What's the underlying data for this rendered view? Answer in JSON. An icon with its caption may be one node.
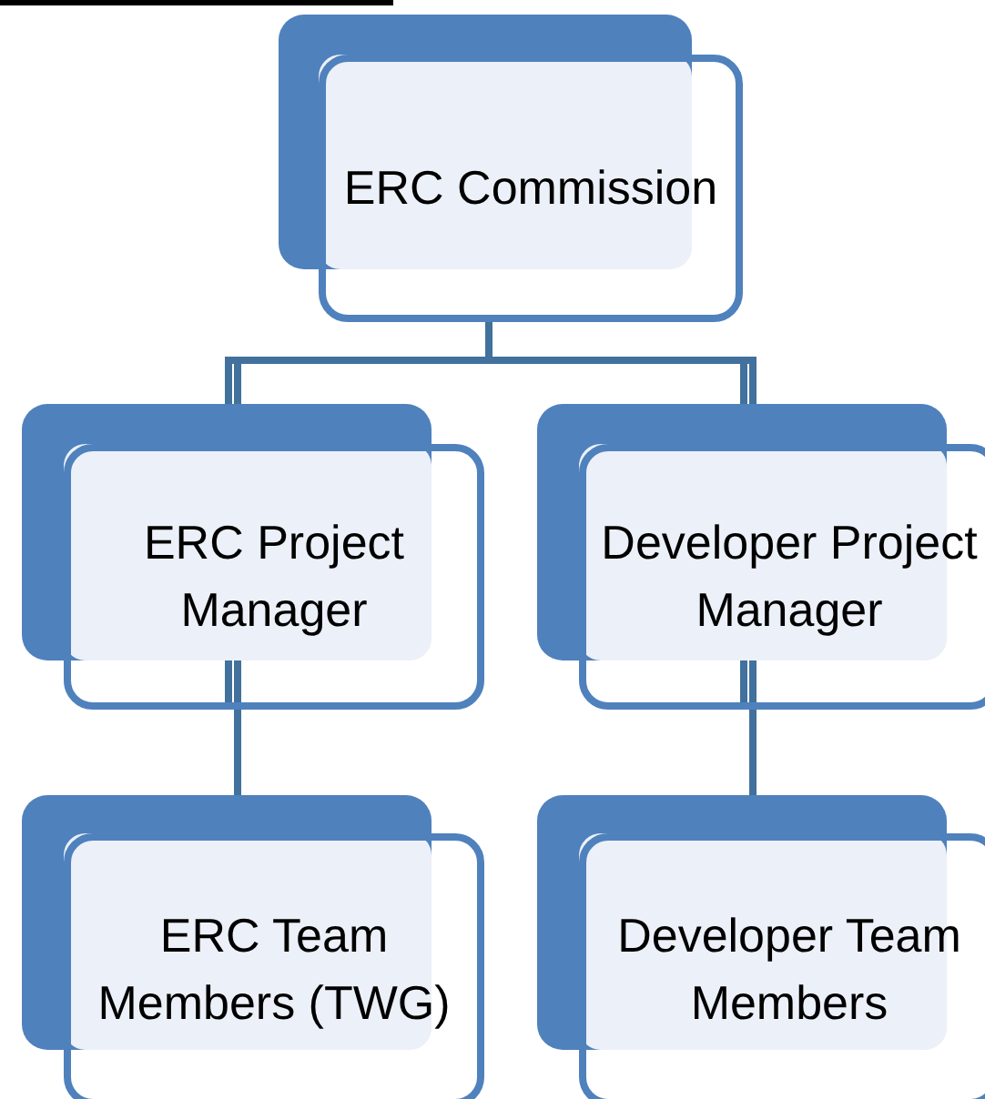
{
  "diagram": {
    "nodes": [
      {
        "text": [
          "ERC Commission"
        ]
      },
      {
        "text": [
          "ERC Project Manager"
        ]
      },
      {
        "text": [
          "Developer Project Manager"
        ]
      },
      {
        "text": [
          "ERC Team Members (TWG)"
        ]
      },
      {
        "text": [
          "Developer Team Members"
        ]
      }
    ],
    "edges": [
      {
        "from": 0,
        "to": 1,
        "arrow": "none"
      },
      {
        "from": 0,
        "to": 2,
        "arrow": "none"
      },
      {
        "from": 1,
        "to": 3,
        "arrow": "none"
      },
      {
        "from": 2,
        "to": 4,
        "arrow": "none"
      }
    ]
  }
}
